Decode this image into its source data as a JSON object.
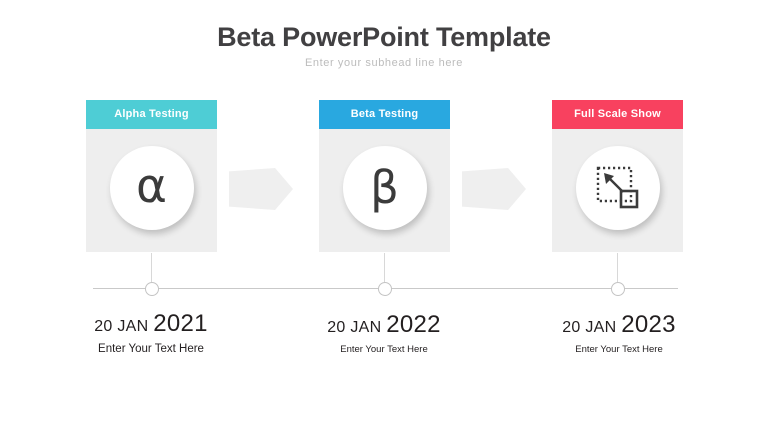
{
  "header": {
    "title": "Beta PowerPoint Template",
    "subtitle": "Enter your subhead line here"
  },
  "colors": {
    "alpha": "#4ecdd5",
    "beta": "#29a8e0",
    "full_scale": "#f8415f",
    "card_body": "#eeeeee",
    "arrow": "#efefef",
    "title_text": "#414042",
    "subtitle_text": "#bcbcbc",
    "timeline": "#c9c9c9"
  },
  "steps": [
    {
      "label": "Alpha Testing",
      "color": "#4ecdd5",
      "icon": "greek-alpha-icon",
      "glyph": "α",
      "date_day": "20 JAN ",
      "date_year": "2021",
      "caption": "Enter Your Text Here"
    },
    {
      "label": "Beta Testing",
      "color": "#29a8e0",
      "icon": "greek-beta-icon",
      "glyph": "β",
      "date_day": "20 JAN ",
      "date_year": "2022",
      "caption": "Enter Your Text Here"
    },
    {
      "label": "Full Scale Show",
      "color": "#f8415f",
      "icon": "scale-expand-icon",
      "glyph": "",
      "date_day": "20 JAN ",
      "date_year": "2023",
      "caption": "Enter Your Text Here"
    }
  ],
  "connectors": [
    {
      "name": "arrow-step1-to-step2",
      "icon": "chevron-right-icon"
    },
    {
      "name": "arrow-step2-to-step3",
      "icon": "chevron-right-icon"
    }
  ]
}
